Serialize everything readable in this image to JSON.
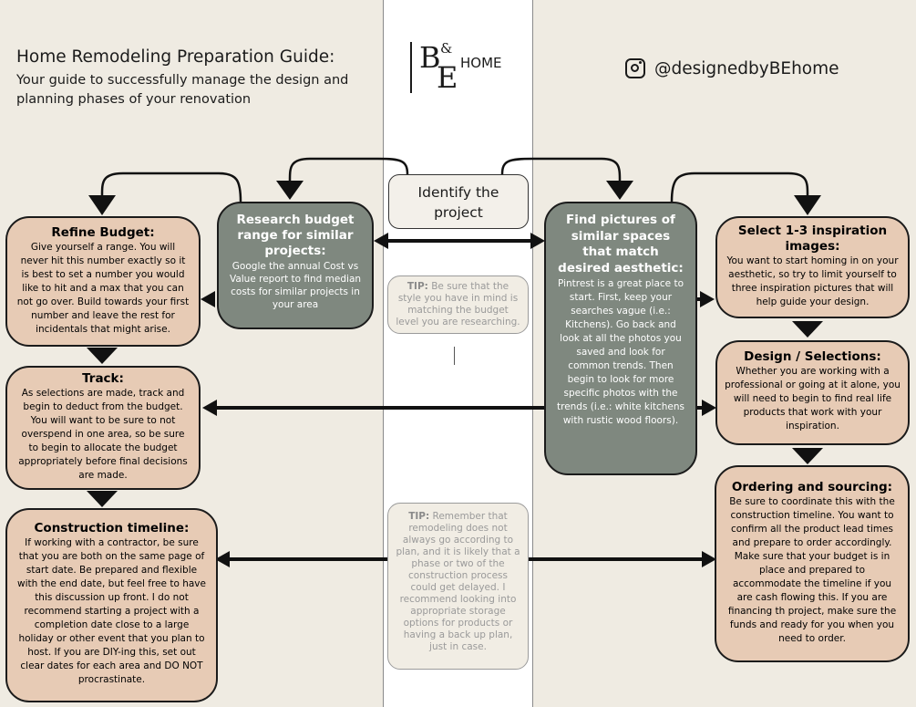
{
  "header": {
    "title": "Home Remodeling Preparation Guide:",
    "subtitle": "Your guide to successfully manage the design and planning phases of your renovation"
  },
  "logo": {
    "letter_b": "B",
    "ampersand": "&",
    "letter_e": "E",
    "word": "HOME"
  },
  "social": {
    "icon": "instagram-icon",
    "handle": "@designedbyBEhome"
  },
  "colors": {
    "background": "#efebe2",
    "center_stripe": "#ffffff",
    "tan_box": "#e7cbb5",
    "grey_box": "#7f887f",
    "tip_text": "#9a9a9a",
    "arrow": "#111111"
  },
  "nodes": {
    "identify": {
      "title": "Identify the project"
    },
    "research": {
      "title": "Research budget range for similar projects:",
      "body": "Google the annual Cost vs Value report to find median costs for similar projects in your area"
    },
    "find_pictures": {
      "title": "Find pictures of similar spaces that match desired aesthetic:",
      "body": "Pintrest is a great place to start. First, keep your searches vague (i.e.: Kitchens). Go back and look at all the photos you saved and look for common trends. Then begin to look for more specific photos with the trends (i.e.: white kitchens with rustic wood floors)."
    },
    "refine_budget": {
      "title": "Refine Budget:",
      "body": "Give yourself a range.  You will never hit this number exactly so it is best to set a number you would like to hit and a max that you can not go over.  Build towards your first number and leave the rest for incidentals that might arise."
    },
    "track": {
      "title": "Track:",
      "body": "As selections are made, track and begin to deduct from the budget. You will want to be sure to not overspend in one area, so be sure to begin to allocate the budget appropriately before final decisions are made."
    },
    "construction": {
      "title": "Construction timeline:",
      "body": "If working with a contractor, be sure that you are both on the same page of start date.  Be prepared and flexible with the end date, but feel free to have this discussion up front. I do not recommend starting a project with a completion date close to a large holiday or other event that you plan to host.  If you are DIY-ing this, set out clear dates for each area and DO NOT procrastinate."
    },
    "inspiration": {
      "title": "Select 1-3 inspiration images:",
      "body": "You want to start homing in on your aesthetic, so try to limit yourself to three inspiration pictures that will help guide your design."
    },
    "design": {
      "title": "Design / Selections:",
      "body": "Whether you are working with a professional or going at it alone, you will need to begin to find real life products that work with your inspiration."
    },
    "ordering": {
      "title": "Ordering and sourcing:",
      "body": "Be sure to coordinate this with the construction timeline.  You want to confirm all the product lead times and prepare to order accordingly.  Make sure that your budget is in place and prepared to accommodate the timeline if you are cash flowing this.  If you are financing th project, make sure the funds and ready for you when you need to order."
    }
  },
  "tips": {
    "tip1": {
      "label": "TIP:",
      "text": "Be sure that the style you have in mind is matching the budget level you are researching."
    },
    "tip2": {
      "label": "TIP:",
      "text": "Remember that remodeling does not always go according to plan, and it is likely that a phase or two of the construction process could get delayed.  I recommend looking into appropriate storage options for products or having a back up plan, just in case."
    }
  }
}
